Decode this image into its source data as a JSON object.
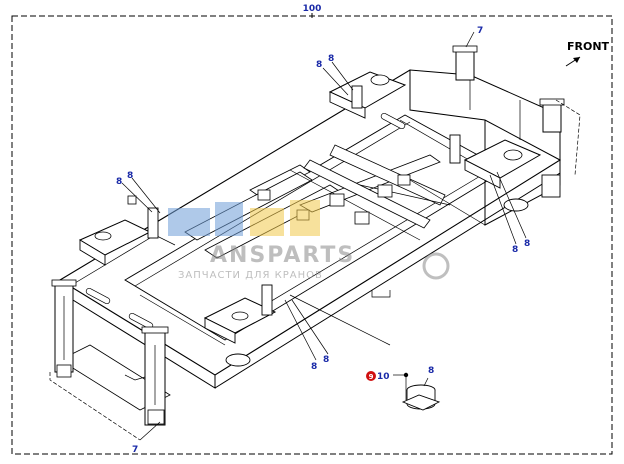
{
  "diagram": {
    "assembly_callout": "100",
    "front_label": "FRONT",
    "hotspot_badge": "9",
    "callouts": [
      {
        "id": "c7-top",
        "text": "7"
      },
      {
        "id": "c7-bottom",
        "text": "7"
      },
      {
        "id": "c8-a",
        "text": "8"
      },
      {
        "id": "c8-b",
        "text": "8"
      },
      {
        "id": "c8-c",
        "text": "8"
      },
      {
        "id": "c8-d",
        "text": "8"
      },
      {
        "id": "c8-e",
        "text": "8"
      },
      {
        "id": "c8-f",
        "text": "8"
      },
      {
        "id": "c8-g",
        "text": "8"
      },
      {
        "id": "c8-h",
        "text": "8"
      },
      {
        "id": "c8-i",
        "text": "8"
      },
      {
        "id": "c10",
        "text": "10"
      }
    ],
    "colors": {
      "callout": "#1a2aa8",
      "badge": "#d01010",
      "watermark_blue": "#6f9ed8",
      "watermark_yellow": "#f2c94c",
      "watermark_gray": "#8a8a8a"
    }
  },
  "watermark": {
    "brand": "ANSPARTS",
    "tagline": "ЗАПЧАСТИ ДЛЯ КРАНОВ"
  }
}
